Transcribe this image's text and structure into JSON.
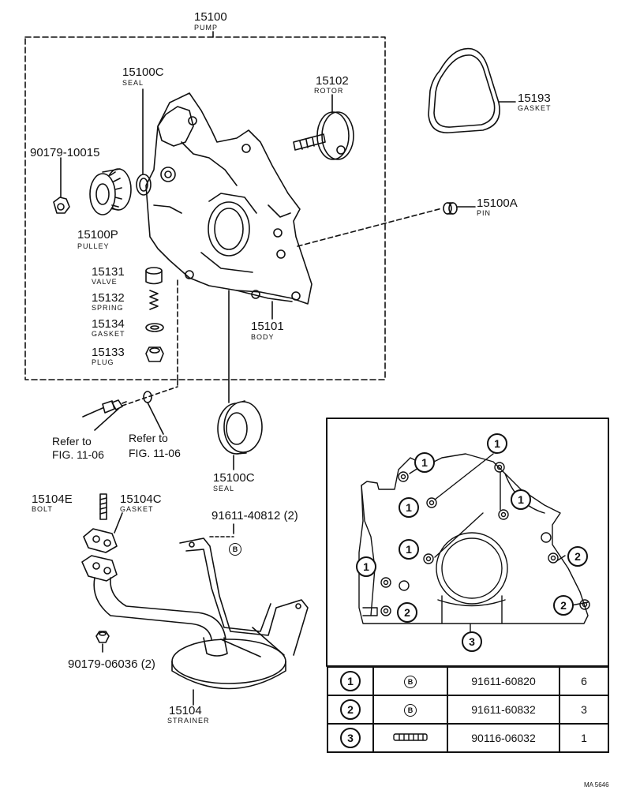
{
  "parts": {
    "p15100": {
      "number": "15100",
      "name": "PUMP"
    },
    "p15100c_upper": {
      "number": "15100C",
      "name": "SEAL"
    },
    "p15102": {
      "number": "15102",
      "name": "ROTOR"
    },
    "p15193": {
      "number": "15193",
      "name": "GASKET"
    },
    "p90179_10015": {
      "number": "90179-10015"
    },
    "p15100p": {
      "number": "15100P",
      "name": "PULLEY"
    },
    "p15100a": {
      "number": "15100A",
      "name": "PIN"
    },
    "p15131": {
      "number": "15131",
      "name": "VALVE"
    },
    "p15132": {
      "number": "15132",
      "name": "SPRING"
    },
    "p15134": {
      "number": "15134",
      "name": "GASKET"
    },
    "p15133": {
      "number": "15133",
      "name": "PLUG"
    },
    "p15101": {
      "number": "15101",
      "name": "BODY"
    },
    "p15100c_lower": {
      "number": "15100C",
      "name": "SEAL"
    },
    "p15104e": {
      "number": "15104E",
      "name": "BOLT"
    },
    "p15104c": {
      "number": "15104C",
      "name": "GASKET"
    },
    "p91611_40812": {
      "number": "91611-40812 (2)"
    },
    "p90179_06036": {
      "number": "90179-06036 (2)"
    },
    "p15104": {
      "number": "15104",
      "name": "STRAINER"
    }
  },
  "refs": {
    "ref_left": {
      "line1": "Refer to",
      "line2": "FIG. 11-06"
    },
    "ref_right": {
      "line1": "Refer to",
      "line2": "FIG. 11-06"
    }
  },
  "detail": {
    "markers": [
      "1",
      "1",
      "1",
      "1",
      "1",
      "1",
      "2",
      "2",
      "2",
      "3"
    ]
  },
  "bolt_table": {
    "rows": [
      {
        "index": "1",
        "symbol": "B",
        "part_number": "91611-60820",
        "qty": "6"
      },
      {
        "index": "2",
        "symbol": "B",
        "part_number": "91611-60832",
        "qty": "3"
      },
      {
        "index": "3",
        "symbol": "stud-bolt-icon",
        "part_number": "90116-06032",
        "qty": "1"
      }
    ]
  },
  "mark_b_symbol": "B",
  "footer": {
    "code": "MA 5646"
  }
}
